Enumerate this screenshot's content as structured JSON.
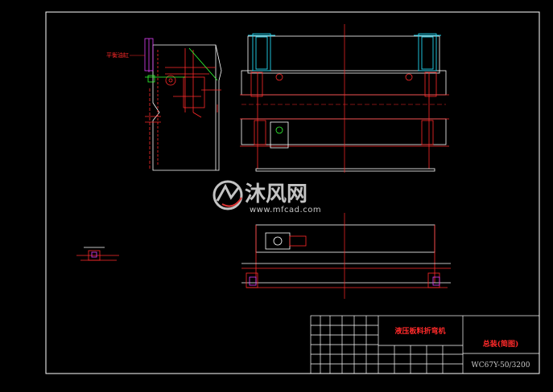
{
  "colors": {
    "background": "#000000",
    "frame": "#ffffff",
    "red_line": "#ff2a2a",
    "cyan": "#22d3ee",
    "magenta": "#e040fb",
    "green": "#33ff33",
    "gray_text": "#c8c8c8"
  },
  "drawing": {
    "side_view_callout": "平衡油缸"
  },
  "title_block": {
    "machine_name": "液压板料折弯机",
    "drawing_name": "总装(简图)",
    "drawing_number": "WC67Y-50/3200"
  },
  "watermark": {
    "brand": "沐风网",
    "url": "www.mfcad.com"
  }
}
